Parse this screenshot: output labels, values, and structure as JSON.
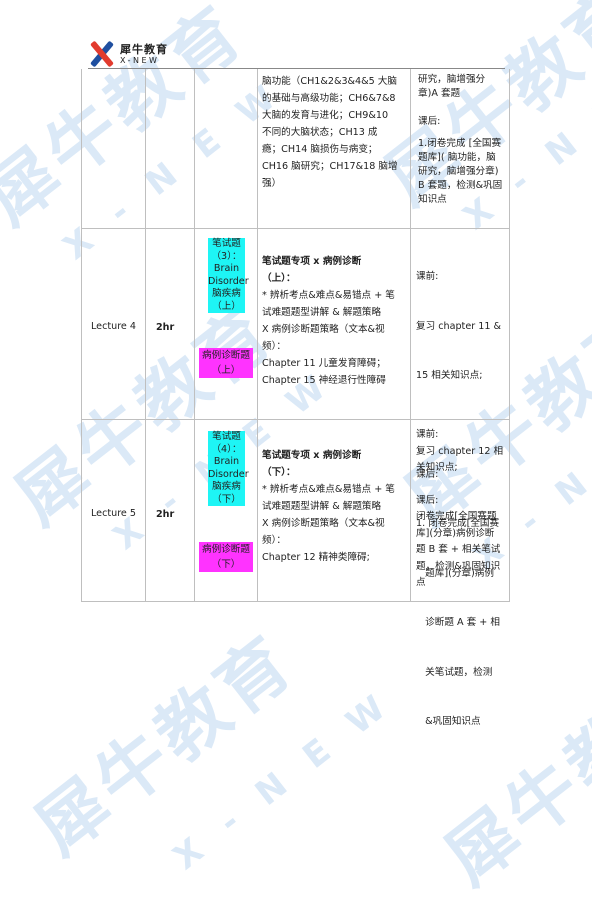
{
  "brand": {
    "cn": "犀牛教育",
    "en": "X-NEW"
  },
  "watermark": {
    "cn": "犀牛教育",
    "en": "X - N E W"
  },
  "rows": [
    {
      "content_lines": [
        "脑功能（CH1&2&3&4&5 大脑",
        "的基础与高级功能；CH6&7&8",
        "大脑的发育与进化；CH9&10",
        "不同的大脑状态；CH13 成",
        "瘾；CH14 脑损伤与病变；",
        "CH16 脑研究；CH17&18 脑增",
        "强）"
      ],
      "notes_lines": [
        "研究，脑增强分",
        "章)A 套题",
        "",
        "课后:",
        "1.闭卷完成 [全国赛",
        "题库]( 脑功能，脑",
        "研究，脑增强分章)",
        "B 套题，检测&巩固",
        "知识点"
      ]
    },
    {
      "lecture": "Lecture 4",
      "hours": "2hr",
      "topic_cyan": [
        "笔试题",
        "（3）：",
        "Brain",
        "Disorder",
        "脑疾病",
        "（上）"
      ],
      "topic_mag": [
        "病例诊断题",
        "（上）"
      ],
      "content_title": "笔试题专项 x 病例诊断",
      "content_title2": "（上）：",
      "content_lines": [
        "* 辨析考点&难点&易错点 + 笔",
        "试难题题型讲解 & 解题策略",
        "X 病例诊断题策略（文本&视",
        "频）：",
        "Chapter 11 儿童发育障碍；",
        "Chapter 15 神经退行性障碍"
      ],
      "notes_lines": [
        "课前:",
        "复习 chapter 11 &",
        "15 相关知识点;",
        "",
        "课后:",
        "1. 闭卷完成[全国赛",
        "   题库](分章)病例",
        "   诊断题 A 套 + 相",
        "   关笔试题，检测",
        "   &巩固知识点"
      ]
    },
    {
      "lecture": "Lecture 5",
      "hours": "2hr",
      "topic_cyan": [
        "笔试题",
        "（4）：",
        "Brain",
        "Disorder",
        "脑疾病",
        "（下）"
      ],
      "topic_mag": [
        "病例诊断题",
        "（下）"
      ],
      "content_title": "笔试题专项 x 病例诊断",
      "content_title2": "（下）：",
      "content_lines": [
        "* 辨析考点&难点&易错点 + 笔",
        "试难题题型讲解 & 解题策略",
        "X 病例诊断题策略（文本&视",
        "频）：",
        "Chapter 12 精神类障碍;"
      ],
      "notes_lines": [
        "课前:",
        "复习 chapter 12 相",
        "关知识点;",
        "",
        "课后:",
        "闭卷完成[全国赛题",
        "库](分章)病例诊断",
        "题 B 套 + 相关笔试",
        "题，检测&巩固知识",
        "点"
      ]
    }
  ]
}
